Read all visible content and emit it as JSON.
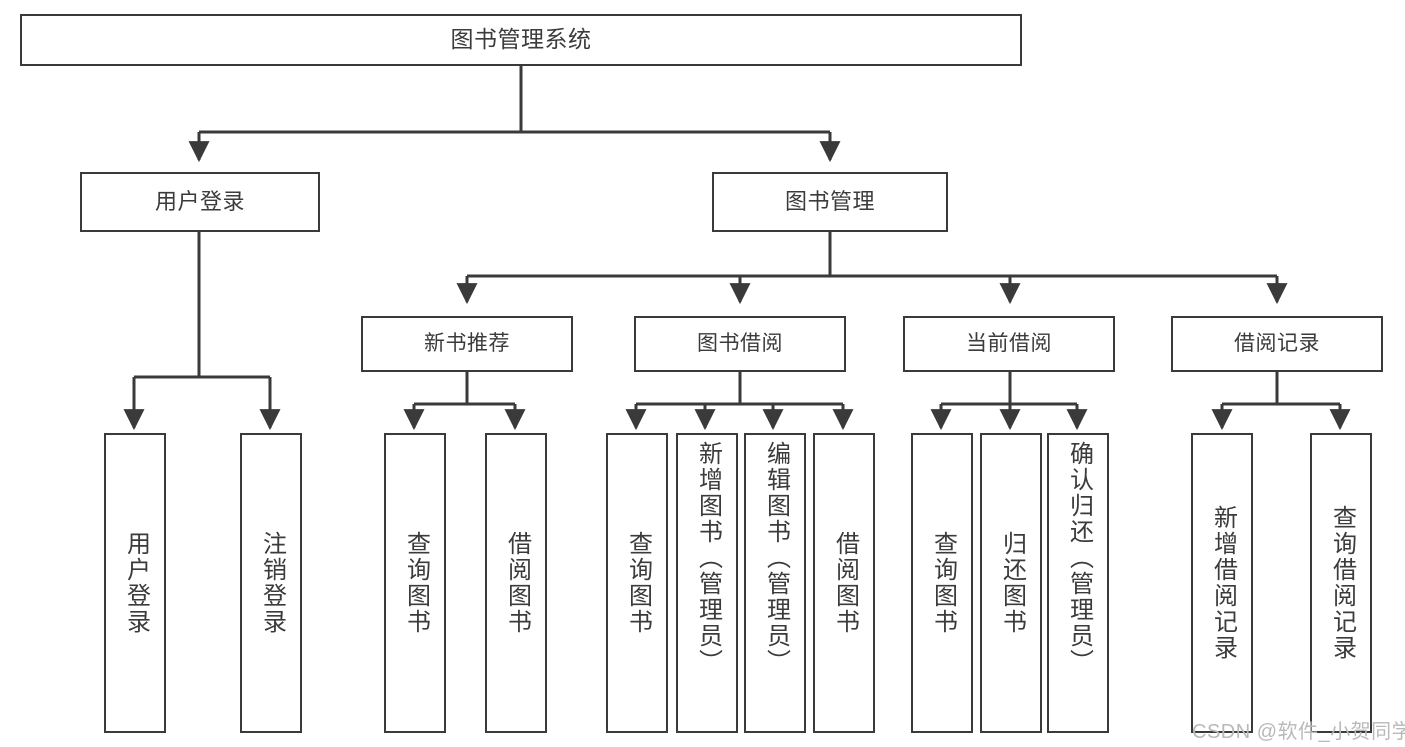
{
  "diagram": {
    "title": "图书管理系统",
    "type": "hierarchy-tree",
    "root": {
      "label": "图书管理系统"
    },
    "level2": [
      {
        "label": "用户登录"
      },
      {
        "label": "图书管理"
      }
    ],
    "level3": [
      {
        "label": "新书推荐"
      },
      {
        "label": "图书借阅"
      },
      {
        "label": "当前借阅"
      },
      {
        "label": "借阅记录"
      }
    ],
    "leaves": {
      "user_login": [
        {
          "label": "用户登录"
        },
        {
          "label": "注销登录"
        }
      ],
      "new_book_recommend": [
        {
          "label": "查询图书"
        },
        {
          "label": "借阅图书"
        }
      ],
      "book_borrow": [
        {
          "label": "查询图书"
        },
        {
          "label": "新增图书（管理员）"
        },
        {
          "label": "编辑图书（管理员）"
        },
        {
          "label": "借阅图书"
        }
      ],
      "current_borrow": [
        {
          "label": "查询图书"
        },
        {
          "label": "归还图书"
        },
        {
          "label": "确认归还（管理员）"
        }
      ],
      "borrow_record": [
        {
          "label": "新增借阅记录"
        },
        {
          "label": "查询借阅记录"
        }
      ]
    }
  },
  "watermark": {
    "text": "CSDN @软件_小贺同学"
  },
  "colors": {
    "stroke": "#3a3a3a",
    "text": "#3b3b3b",
    "background": "#ffffff",
    "watermark": "#b9b9b9"
  }
}
